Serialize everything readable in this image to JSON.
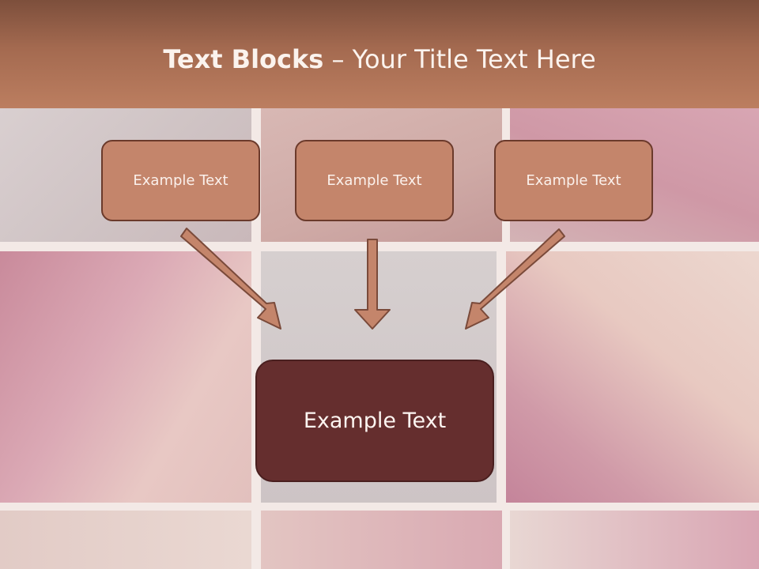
{
  "title": {
    "bold": "Text Blocks",
    "rest": " – Your Title Text Here"
  },
  "blocks": [
    {
      "label": "Example Text"
    },
    {
      "label": "Example Text"
    },
    {
      "label": "Example Text"
    }
  ],
  "main_block": {
    "label": "Example Text"
  },
  "colors": {
    "title_bar": "#b07356",
    "block_fill": "#c4856b",
    "block_border": "#6b3a2b",
    "main_fill": "#652e2e",
    "arrow_fill": "#c4856b",
    "arrow_stroke": "#7a4a3a"
  }
}
